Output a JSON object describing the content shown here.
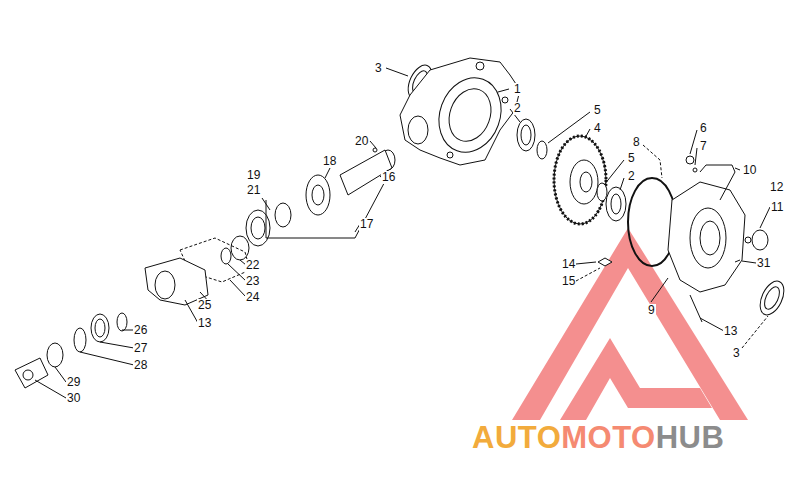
{
  "diagram": {
    "labels": [
      "3",
      "1",
      "2",
      "5",
      "4",
      "20",
      "18",
      "16",
      "8",
      "6",
      "7",
      "10",
      "19",
      "21",
      "5",
      "2",
      "12",
      "11",
      "17",
      "22",
      "23",
      "24",
      "14",
      "15",
      "31",
      "9",
      "25",
      "13",
      "26",
      "27",
      "28",
      "13",
      "3",
      "29",
      "30",
      "AUTO",
      "MOTO",
      "HUB"
    ]
  }
}
